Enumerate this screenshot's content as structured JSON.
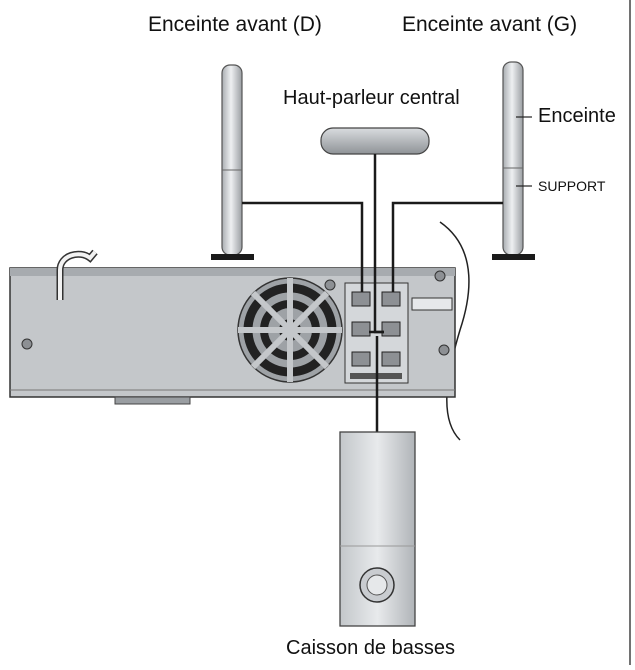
{
  "labels": {
    "front_right": "Enceinte avant (D)",
    "front_left": "Enceinte avant (G)",
    "center": "Haut-parleur central",
    "speaker": "Enceinte",
    "stand": "SUPPORT",
    "subwoofer": "Caisson de basses"
  },
  "colors": {
    "line": "#1a1a1a",
    "panel": "#b9bcbf",
    "panel_dark": "#8d9094",
    "speaker_light": "#e4e6e8",
    "speaker_mid": "#b6babd"
  }
}
